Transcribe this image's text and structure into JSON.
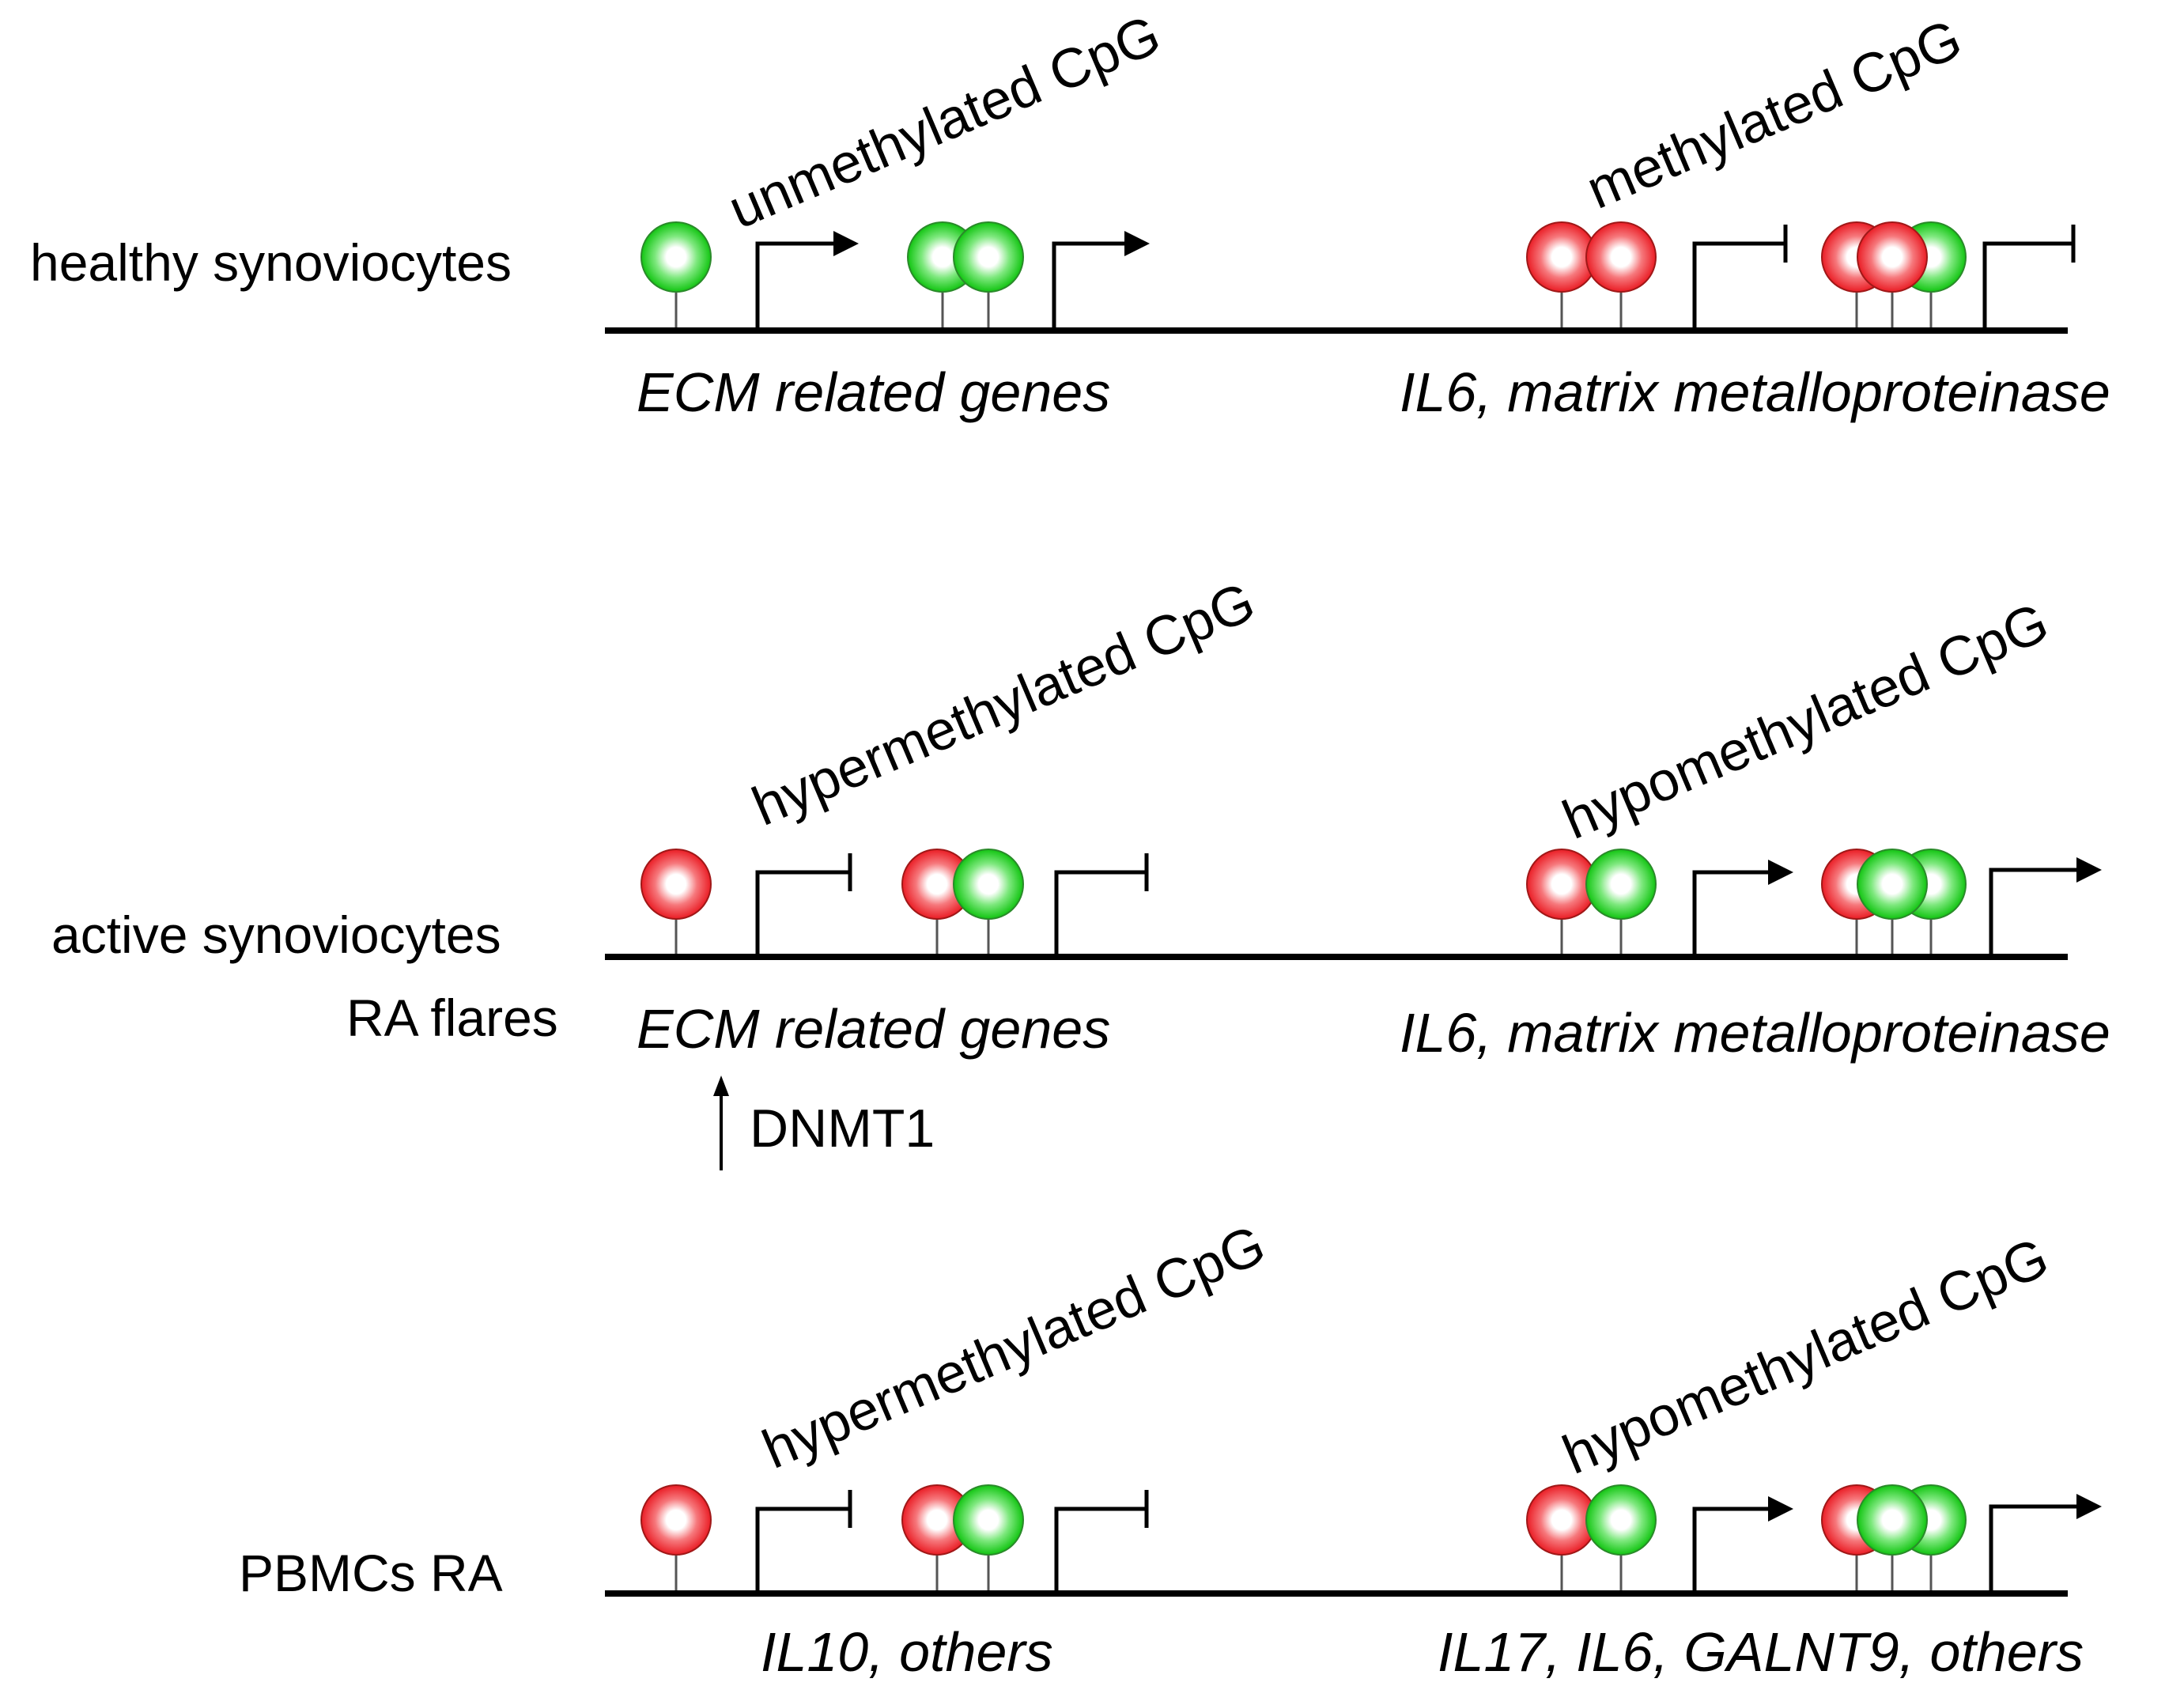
{
  "colors": {
    "methylated": "#ef1c24",
    "unmethylated": "#13c913",
    "line": "#000000"
  },
  "rows": [
    {
      "label_lines": [
        "healthy synoviocytes"
      ],
      "left": {
        "cpg_label": "unmethylated CpG",
        "promoter1": "active",
        "promoter2": "active",
        "circles": [
          "unmethylated",
          "unmethylated",
          "unmethylated"
        ],
        "genes": "ECM related genes"
      },
      "right": {
        "cpg_label": "methylated CpG",
        "promoter1": "repressed",
        "promoter2": "repressed",
        "circles": [
          "methylated",
          "methylated",
          "methylated",
          "methylated",
          "unmethylated"
        ],
        "genes": "IL6, matrix metalloproteinase"
      }
    },
    {
      "label_lines": [
        "active synoviocytes",
        "RA flares"
      ],
      "left": {
        "cpg_label": "hypermethylated CpG",
        "promoter1": "repressed",
        "promoter2": "repressed",
        "circles": [
          "methylated",
          "methylated",
          "unmethylated"
        ],
        "genes": "ECM related genes"
      },
      "right": {
        "cpg_label": "hypomethylated CpG",
        "promoter1": "active",
        "promoter2": "active",
        "circles": [
          "methylated",
          "unmethylated",
          "methylated",
          "unmethylated",
          "unmethylated"
        ],
        "genes": "IL6, matrix metalloproteinase"
      },
      "annotation": {
        "arrow": "up",
        "text": "DNMT1"
      }
    },
    {
      "label_lines": [
        "PBMCs RA"
      ],
      "left": {
        "cpg_label": "hypermethylated CpG",
        "promoter1": "repressed",
        "promoter2": "repressed",
        "circles": [
          "methylated",
          "methylated",
          "unmethylated"
        ],
        "genes": "IL10, others"
      },
      "right": {
        "cpg_label": "hypomethylated CpG",
        "promoter1": "active",
        "promoter2": "active",
        "circles": [
          "methylated",
          "unmethylated",
          "methylated",
          "unmethylated",
          "unmethylated"
        ],
        "genes": "IL17, IL6, GALNT9, others"
      }
    }
  ]
}
